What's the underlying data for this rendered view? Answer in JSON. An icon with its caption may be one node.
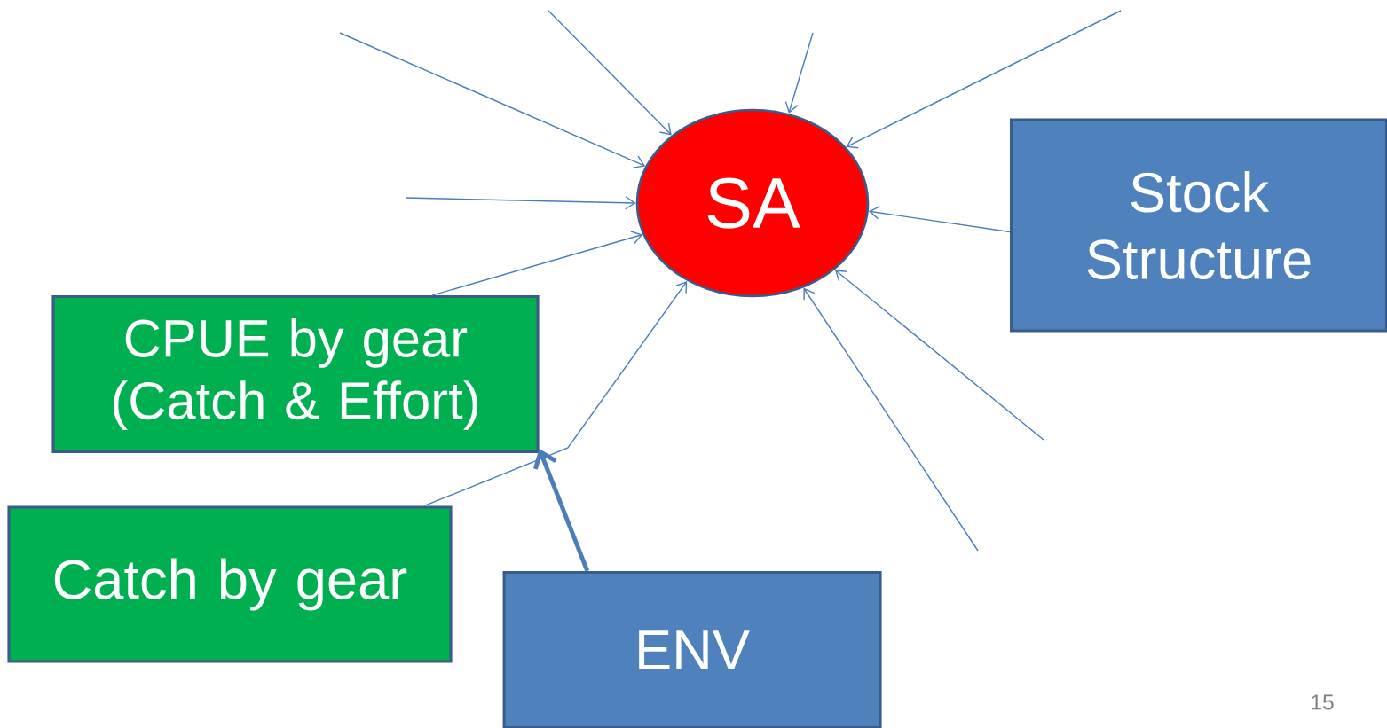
{
  "diagram": {
    "nodes": [
      {
        "text": [
          "SA"
        ]
      },
      {
        "text": [
          "Stock Structure"
        ]
      },
      {
        "text": [
          "CPUE by gear (Catch & Effort)"
        ]
      },
      {
        "text": [
          "Catch by gear"
        ]
      },
      {
        "text": [
          "ENV"
        ]
      }
    ],
    "edges": [
      {
        "from": null,
        "to": 0,
        "arrow": "to"
      },
      {
        "from": null,
        "to": 0,
        "arrow": "to"
      },
      {
        "from": null,
        "to": 0,
        "arrow": "to"
      },
      {
        "from": null,
        "to": 0,
        "arrow": "to"
      },
      {
        "from": null,
        "to": 0,
        "arrow": "to"
      },
      {
        "from": null,
        "to": 0,
        "arrow": "to"
      },
      {
        "from": null,
        "to": 0,
        "arrow": "to"
      },
      {
        "from": 1,
        "to": 0,
        "arrow": "to"
      },
      {
        "from": 2,
        "to": 0,
        "arrow": "to"
      },
      {
        "from": 3,
        "to": 0,
        "arrow": "to"
      },
      {
        "from": 4,
        "to": 2,
        "arrow": "to",
        "style": "thick"
      }
    ],
    "labels": [
      "15"
    ]
  }
}
